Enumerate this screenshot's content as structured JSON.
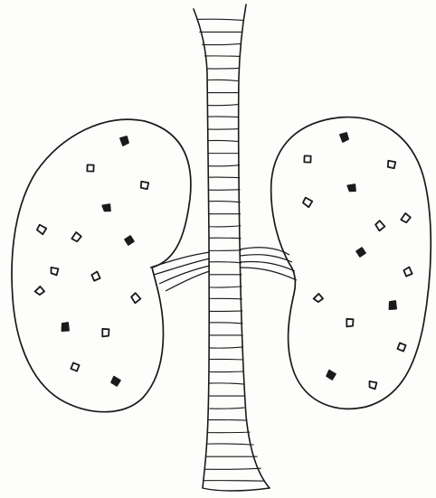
{
  "image": {
    "style": "hand-drawn line sketch",
    "subject": "kidneys-and-spine-sketch",
    "colors": {
      "background": "#fdfdfc",
      "ink": "#1a1a1a"
    },
    "elements": {
      "left_kidney": {
        "speckle_count": 15
      },
      "right_kidney": {
        "speckle_count": 15
      },
      "spine": {
        "hatch_count": 39
      }
    }
  }
}
